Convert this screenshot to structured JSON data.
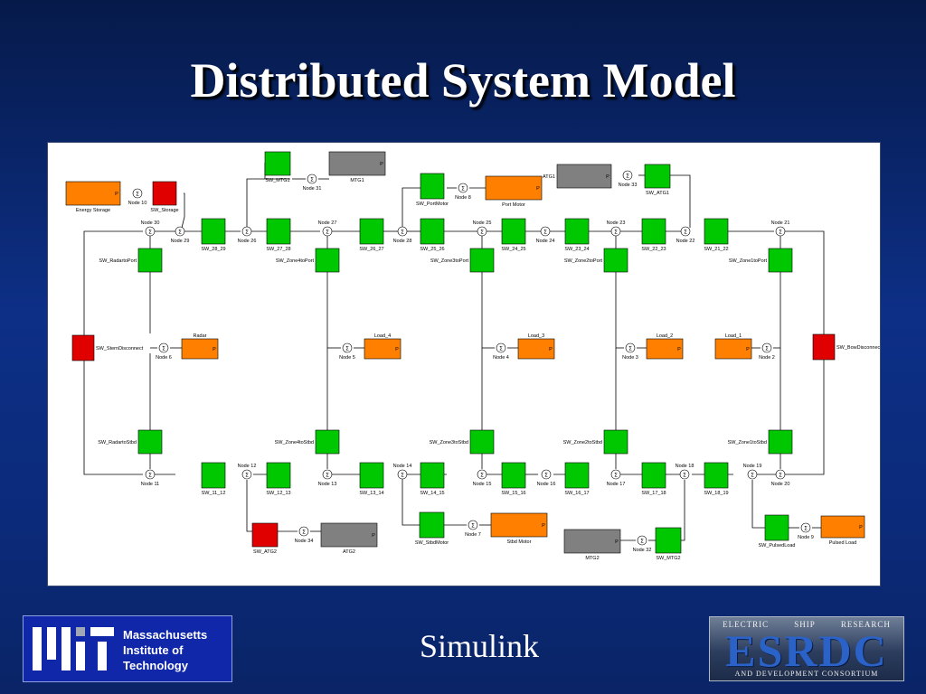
{
  "slide": {
    "title": "Distributed System Model",
    "subtitle": "Simulink"
  },
  "logos": {
    "mit": {
      "line1": "Massachusetts",
      "line2": "Institute of",
      "line3": "Technology"
    },
    "esrdc": {
      "top_words": [
        "ELECTRIC",
        "SHIP",
        "RESEARCH"
      ],
      "acronym": "ESRDC",
      "bottom": "AND DEVELOPMENT CONSORTIUM"
    }
  },
  "colors": {
    "switch": "#00c800",
    "switch_open": "#e00000",
    "load": "#ff8000",
    "generator": "#808080",
    "line": "#000000"
  },
  "diagram": {
    "blocks": [
      {
        "id": "energy_storage",
        "type": "load",
        "label": "Energy Storage",
        "port": "P"
      },
      {
        "id": "pulsed_load",
        "type": "load",
        "label": "Pulsed Load",
        "port": "P"
      },
      {
        "id": "port_motor",
        "type": "load",
        "label": "Port Motor",
        "port": "P"
      },
      {
        "id": "stbd_motor",
        "type": "load",
        "label": "Stbd Motor",
        "port": "P"
      },
      {
        "id": "radar",
        "type": "load",
        "label": "Radar",
        "port": "P"
      },
      {
        "id": "load_4",
        "type": "load",
        "label": "Load_4",
        "port": "P"
      },
      {
        "id": "load_3",
        "type": "load",
        "label": "Load_3",
        "port": "P"
      },
      {
        "id": "load_2",
        "type": "load",
        "label": "Load_2",
        "port": "P"
      },
      {
        "id": "load_1",
        "type": "load",
        "label": "Load_1",
        "port": "P"
      },
      {
        "id": "mtg1",
        "type": "generator",
        "label": "MTG1",
        "port": "P"
      },
      {
        "id": "atg1",
        "type": "generator",
        "label": "ATG1",
        "port": "P"
      },
      {
        "id": "atg2",
        "type": "generator",
        "label": "ATG2",
        "port": "P"
      },
      {
        "id": "mtg2",
        "type": "generator",
        "label": "MTG2",
        "port": "P"
      },
      {
        "id": "sw_storage",
        "type": "switch_open",
        "label": "SW_Storage"
      },
      {
        "id": "sw_atg2",
        "type": "switch_open",
        "label": "SW_ATG2"
      },
      {
        "id": "sw_sterndisconnect",
        "type": "switch_open",
        "label": "SW_SternDisconnect"
      },
      {
        "id": "sw_bowdisconnect",
        "type": "switch_open",
        "label": "SW_BowDisconnec"
      },
      {
        "id": "sw_mtg1",
        "type": "switch",
        "label": "SW_MTG1"
      },
      {
        "id": "sw_portmotor",
        "type": "switch",
        "label": "SW_PortMotor"
      },
      {
        "id": "sw_atg1",
        "type": "switch",
        "label": "SW_ATG1"
      },
      {
        "id": "sw_28_29",
        "type": "switch",
        "label": "SW_28_29"
      },
      {
        "id": "sw_27_28",
        "type": "switch",
        "label": "SW_27_28"
      },
      {
        "id": "sw_26_27",
        "type": "switch",
        "label": "SW_26_27"
      },
      {
        "id": "sw_25_26",
        "type": "switch",
        "label": "SW_25_26"
      },
      {
        "id": "sw_24_25",
        "type": "switch",
        "label": "SW_24_25"
      },
      {
        "id": "sw_23_24",
        "type": "switch",
        "label": "SW_23_24"
      },
      {
        "id": "sw_22_23",
        "type": "switch",
        "label": "SW_22_23"
      },
      {
        "id": "sw_21_22",
        "type": "switch",
        "label": "SW_21_22"
      },
      {
        "id": "sw_radartoport",
        "type": "switch",
        "label": "SW_RadartoPort"
      },
      {
        "id": "sw_zone4toport",
        "type": "switch",
        "label": "SW_Zone4toPort"
      },
      {
        "id": "sw_zone3toport",
        "type": "switch",
        "label": "SW_Zone3toPort"
      },
      {
        "id": "sw_zone2toport",
        "type": "switch",
        "label": "SW_Zone2toPort"
      },
      {
        "id": "sw_zone1toport",
        "type": "switch",
        "label": "SW_Zone1toPort"
      },
      {
        "id": "sw_radartostbd",
        "type": "switch",
        "label": "SW_RadartoStbd"
      },
      {
        "id": "sw_zone4tostbd",
        "type": "switch",
        "label": "SW_Zone4toStbd"
      },
      {
        "id": "sw_zone3tostbd",
        "type": "switch",
        "label": "SW_Zone3toStbd"
      },
      {
        "id": "sw_zone2tostbd",
        "type": "switch",
        "label": "SW_Zone2toStbd"
      },
      {
        "id": "sw_zone1tostbd",
        "type": "switch",
        "label": "SW_Zone1toStbd"
      },
      {
        "id": "sw_11_12",
        "type": "switch",
        "label": "SW_11_12"
      },
      {
        "id": "sw_12_13",
        "type": "switch",
        "label": "SW_12_13"
      },
      {
        "id": "sw_13_14",
        "type": "switch",
        "label": "SW_13_14"
      },
      {
        "id": "sw_14_15",
        "type": "switch",
        "label": "SW_14_15"
      },
      {
        "id": "sw_15_16",
        "type": "switch",
        "label": "SW_15_16"
      },
      {
        "id": "sw_16_17",
        "type": "switch",
        "label": "SW_16_17"
      },
      {
        "id": "sw_17_18",
        "type": "switch",
        "label": "SW_17_18"
      },
      {
        "id": "sw_18_19",
        "type": "switch",
        "label": "SW_18_19"
      },
      {
        "id": "sw_stbdmotor",
        "type": "switch",
        "label": "SW_StbdMotor"
      },
      {
        "id": "sw_pulsedload",
        "type": "switch",
        "label": "SW_PulsedLoad"
      },
      {
        "id": "sw_mtg2",
        "type": "switch",
        "label": "SW_MTG2"
      }
    ],
    "nodes": [
      {
        "id": "n30",
        "label": "Node 30"
      },
      {
        "id": "n29",
        "label": "Node 29"
      },
      {
        "id": "n10",
        "label": "Node 10"
      },
      {
        "id": "n31",
        "label": "Node 31"
      },
      {
        "id": "n26",
        "label": "Node 26"
      },
      {
        "id": "n27",
        "label": "Node 27"
      },
      {
        "id": "n28",
        "label": "Node 28"
      },
      {
        "id": "n8",
        "label": "Node 8"
      },
      {
        "id": "n25",
        "label": "Node 25"
      },
      {
        "id": "n24",
        "label": "Node 24"
      },
      {
        "id": "n23",
        "label": "Node 23"
      },
      {
        "id": "n33",
        "label": "Node 33"
      },
      {
        "id": "n22",
        "label": "Node 22"
      },
      {
        "id": "n21",
        "label": "Node 21"
      },
      {
        "id": "n6",
        "label": "Node 6"
      },
      {
        "id": "n5",
        "label": "Node 5"
      },
      {
        "id": "n4",
        "label": "Node 4"
      },
      {
        "id": "n3",
        "label": "Node 3"
      },
      {
        "id": "n2",
        "label": "Node 2"
      },
      {
        "id": "n11",
        "label": "Node 11"
      },
      {
        "id": "n12",
        "label": "Node 12"
      },
      {
        "id": "n13",
        "label": "Node 13"
      },
      {
        "id": "n14",
        "label": "Node 14"
      },
      {
        "id": "n15",
        "label": "Node 15"
      },
      {
        "id": "n16",
        "label": "Node 16"
      },
      {
        "id": "n17",
        "label": "Node 17"
      },
      {
        "id": "n18",
        "label": "Node 18"
      },
      {
        "id": "n19",
        "label": "Node 19"
      },
      {
        "id": "n20",
        "label": "Node 20"
      },
      {
        "id": "n7",
        "label": "Node 7"
      },
      {
        "id": "n34",
        "label": "Node 34"
      },
      {
        "id": "n32",
        "label": "Node 32"
      },
      {
        "id": "n9",
        "label": "Node 9"
      }
    ]
  }
}
